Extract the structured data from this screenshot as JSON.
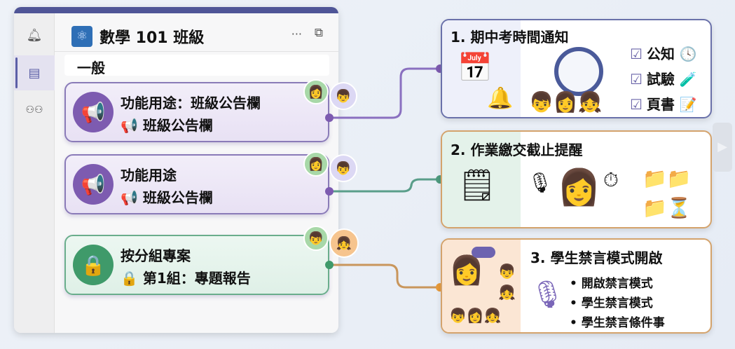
{
  "app": {
    "title": "數學 101 班級",
    "channel": "一般"
  },
  "rail": [
    "bell-icon",
    "chat-icon",
    "teams-icon"
  ],
  "posts": [
    {
      "line1": "功能用途：班級公告欄",
      "line2": "📢 班級公告欄"
    },
    {
      "line1": "功能用途",
      "line2": "📢 班級公告欄"
    },
    {
      "line1": "按分組專案",
      "line2": "🔒 第1組：專題報告"
    }
  ],
  "features": [
    {
      "title": "1. 期中考時間通知",
      "checks": [
        "公知",
        "試驗",
        "頁書"
      ]
    },
    {
      "title": "2. 作業繳交截止提醒"
    },
    {
      "title": "3. 學生禁言模式開啟",
      "bullets": [
        "開啟禁言模式",
        "學生禁言模式",
        "學生禁言條件事"
      ]
    }
  ],
  "colors": {
    "purple": "#7d5bb0",
    "green": "#3f9a6a",
    "teal": "#5a9e8a",
    "tan": "#c9965c",
    "brand": "#4f5597"
  }
}
